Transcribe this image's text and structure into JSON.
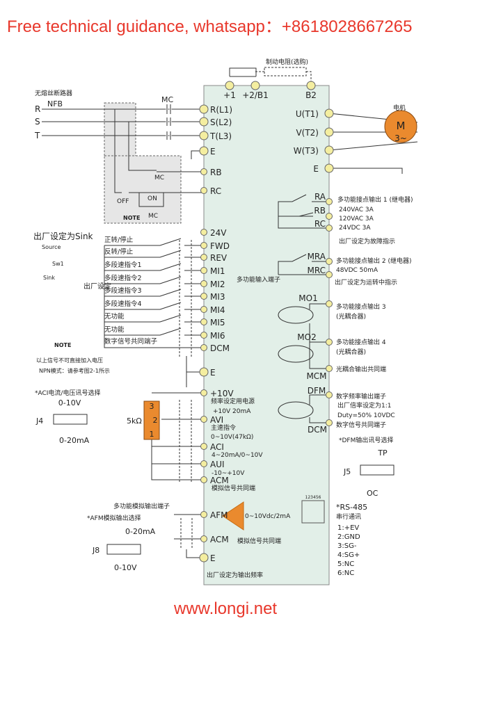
{
  "header": "Free technical guidance, whatsapp：+8618028667265",
  "footer": "www.longi.net",
  "colors": {
    "panel": "#e2efe8",
    "terminal": "#f4eea0",
    "accent": "#ea8a2e",
    "header": "#e8372b"
  },
  "top_terminals": [
    "+1",
    "+2/B1",
    "B2"
  ],
  "brake_resistor": "制动电阻(选购)",
  "breaker_title": "无熔丝断路器",
  "nfb": "NFB",
  "mc": "MC",
  "phases": [
    "R",
    "S",
    "T"
  ],
  "left_terminals": [
    "R(L1)",
    "S(L2)",
    "T(L3)",
    "E",
    "RB",
    "RC",
    "24V",
    "FWD",
    "REV",
    "MI1",
    "MI2",
    "MI3",
    "MI4",
    "MI5",
    "MI6",
    "DCM",
    "E",
    "+10V",
    "AVI",
    "ACI",
    "AUI",
    "ACM",
    "AFM",
    "ACM",
    "E"
  ],
  "right_terminals": [
    "U(T1)",
    "V(T2)",
    "W(T3)",
    "E"
  ],
  "motor": {
    "label": "电机",
    "symbol": "M",
    "phase": "3~"
  },
  "control_circuit": {
    "mc_coil": "MC",
    "off": "OFF",
    "on": "ON",
    "mc_contact": "MC",
    "note": "NOTE"
  },
  "sink_setting": "出厂设定为Sink",
  "switch": {
    "source": "Source",
    "name": "Sw1",
    "sink": "Sink"
  },
  "factory_brace": "出厂设定",
  "multi_input_brace": "多功能输入端子",
  "inputs": [
    "正转/停止",
    "反转/停止",
    "多段速指令1",
    "多段速指令2",
    "多段速指令3",
    "多段速指令4",
    "无功能",
    "无功能",
    "数字信号共同端子"
  ],
  "input_note": {
    "badge": "NOTE",
    "line1": "以上信号不可直接加入电压",
    "line2": "NPN模式：请参考图2-1所示"
  },
  "aci_select": {
    "title": "*ACI电流/电压讯号选择",
    "top": "0-10V",
    "name": "J4",
    "bottom": "0-20mA"
  },
  "pot": {
    "value": "5kΩ",
    "pins": [
      "3",
      "2",
      "1"
    ]
  },
  "analog_notes": {
    "v10a": "频率设定用电源",
    "v10b": "+10V 20mA",
    "avi_a": "主速指令",
    "avi_b": "0~10V(47kΩ)",
    "aci": "4~20mA/0~10V",
    "aui": "-10~+10V",
    "acm": "模拟信号共同端"
  },
  "afm": {
    "title": "多功能模拟输出端子",
    "select": "*AFM模拟输出选择",
    "top": "0-20mA",
    "name": "J8",
    "bottom": "0-10V",
    "range": "0~10Vdc/2mA",
    "acm": "模拟信号共同端",
    "factory": "出厂设定为输出频率"
  },
  "relay1": {
    "terminals": [
      "RA",
      "RB",
      "RC"
    ],
    "title": "多功能接点输出 1 (继电器)",
    "r1": "240VAC 3A",
    "r2": "120VAC 3A",
    "r3": "24VDC 3A",
    "factory": "出厂设定为故障指示"
  },
  "relay2": {
    "terminals": [
      "MRA",
      "MRC"
    ],
    "title": "多功能接点输出 2 (继电器)",
    "rating": "48VDC 50mA",
    "factory": "出厂设定为运转中指示"
  },
  "mo1": {
    "terminal": "MO1",
    "title": "多功能接点输出 3",
    "sub": "(光耦合器)"
  },
  "mo2": {
    "terminal": "MO2",
    "title": "多功能接点输出 4",
    "sub": "(光耦合器)"
  },
  "mcm": {
    "terminal": "MCM",
    "desc": "光耦合输出共同端"
  },
  "dfm": {
    "terminal": "DFM",
    "l1": "数字频率输出端子",
    "l2": "出厂倍率设定为1:1",
    "l3": "Duty=50% 10VDC",
    "dcm": "DCM",
    "dcm_desc": "数字信号共同端子",
    "select": "*DFM输出讯号选择",
    "top": "TP",
    "name": "J5",
    "bottom": "OC"
  },
  "rs485": {
    "pins": "123456",
    "title": "*RS-485",
    "sub": "串行通讯",
    "list": [
      "1:+EV",
      "2:GND",
      "3:SG-",
      "4:SG+",
      "5:NC",
      "6:NC"
    ]
  }
}
